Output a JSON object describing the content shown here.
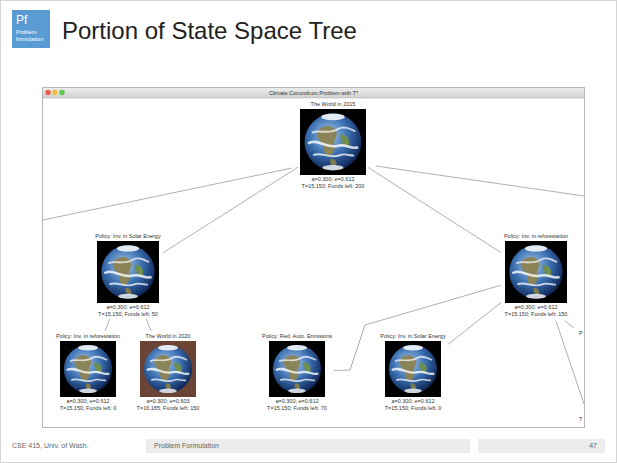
{
  "diagram": {
    "title": "Portion of State Space Tree",
    "nodes": [
      {
        "text": [
          "Pf",
          "Problem formulation"
        ]
      },
      {
        "text": [
          "Climate Conundrum Problem with T*"
        ]
      },
      {
        "text": [
          "The World in 2015",
          "a=0.300; e=0.612 T=15.150; Funds left: 200"
        ],
        "in": 1
      },
      {
        "text": [
          "Policy: Inv. in Solar Energy",
          "a=0.300; e=0.612 T=15.150; Funds left: 50"
        ],
        "in": 1
      },
      {
        "text": [
          "Policy: Inv. in reforestation",
          "a=0.300; e=0.612 T=15.150; Funds left: 150"
        ],
        "in": 1
      },
      {
        "text": [
          "Policy: Inv. in reforestation",
          "a=0.300; e=0.612 T=15.150; Funds left: 0"
        ],
        "in": 1
      },
      {
        "text": [
          "The World in 2020",
          "a=0.300; e=0.603 T=16.185; Funds left: 150"
        ],
        "in": 1
      },
      {
        "text": [
          "Policy: Red. Auto. Emissions",
          "a=0.300; e=0.612 T=15.150; Funds left: 70"
        ],
        "in": 1
      },
      {
        "text": [
          "Policy: Inv. in Solar Energy",
          "a=0.300; e=0.612 T=15.150; Funds left: 0"
        ],
        "in": 1
      },
      {
        "text": [
          "Problem Formulation"
        ]
      },
      {
        "text": [
          "47"
        ]
      }
    ],
    "edges": [
      {
        "from": 2,
        "to": 3,
        "arrow": "none"
      },
      {
        "from": 2,
        "to": 4,
        "arrow": "none"
      },
      {
        "from": 3,
        "to": 5,
        "arrow": "none"
      },
      {
        "from": 3,
        "to": 6,
        "arrow": "none"
      },
      {
        "from": 4,
        "to": 7,
        "arrow": "none"
      },
      {
        "from": 4,
        "to": 8,
        "arrow": "none"
      }
    ],
    "labels": [
      "P",
      "T",
      "CSE 415, Univ. of Wash."
    ]
  }
}
